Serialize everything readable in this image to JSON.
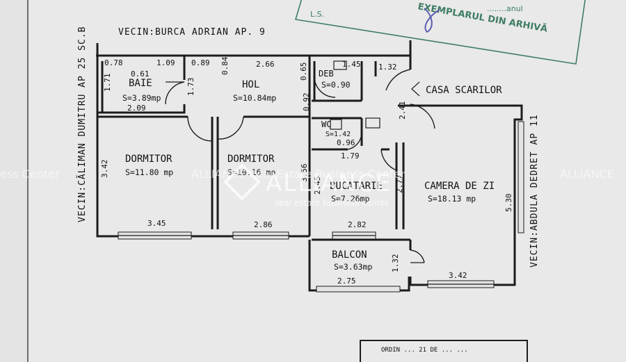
{
  "neighbors": {
    "top": "VECIN:BURCA  ADRIAN  AP. 9",
    "left": "VECIN:CĂLIMAN DUMITRU AP 25 SC.B",
    "right": "VECIN:ABDULA DEDRET AP 11"
  },
  "stairwell_label": "CASA SCARILOR",
  "rooms": [
    {
      "id": "baie",
      "name": "BAIE",
      "area": "S=3.89mp"
    },
    {
      "id": "hol",
      "name": "HOL",
      "area": "S=10.84mp"
    },
    {
      "id": "deb",
      "name": "DEB",
      "area": "S=0.90"
    },
    {
      "id": "wc",
      "name": "WC",
      "area": "S=1.42"
    },
    {
      "id": "dormitor1",
      "name": "DORMITOR",
      "area": "S=11.80 mp"
    },
    {
      "id": "dormitor2",
      "name": "DORMITOR",
      "area": "S=10.16 mp"
    },
    {
      "id": "bucatarie",
      "name": "BUCATARIE",
      "area": "S=7.26mp"
    },
    {
      "id": "camera_de_zi",
      "name": "CAMERA DE ZI",
      "area": "S=18.13 mp"
    },
    {
      "id": "balcon",
      "name": "BALCON",
      "area": "S=3.63mp"
    }
  ],
  "dimensions": {
    "d_078": "0.78",
    "d_061": "0.61",
    "d_109": "1.09",
    "d_171": "1.71",
    "d_209": "2.09",
    "d_089": "0.89",
    "d_084": "0.84",
    "d_173": "1.73",
    "d_266": "2.66",
    "d_065": "0.65",
    "d_092": "0.92",
    "d_145": "1.45",
    "d_132": "1.32",
    "d_241": "2.41",
    "d_096": "0.96",
    "d_179": "1.79",
    "d_342l": "3.42",
    "d_345": "3.45",
    "d_286": "2.86",
    "d_356": "3.56",
    "d_245": "2.45",
    "d_277": "2.77",
    "d_282": "2.82",
    "d_530": "5.30",
    "d_132b": "1.32",
    "d_275": "2.75",
    "d_342b": "3.42"
  },
  "stamp": {
    "line1": "........anul",
    "line2": "EXEMPLARUL DIN ARHIVĂ",
    "ls": "L.S."
  },
  "bottom_stamp": {
    "line1": "ORDIN ... 21 DE ... ..."
  },
  "watermarks": {
    "brand": "ALLIANCE",
    "left_fragment": "ess Center",
    "mid": "ALLIANCE Real Estate Business Center",
    "right": "ALLIANCE",
    "tagline": "real estate business center"
  },
  "colors": {
    "paper": "#e4e4e4",
    "ink": "#1c1c1c",
    "stamp": "#3e7d62",
    "signature": "#5b5bb0"
  }
}
